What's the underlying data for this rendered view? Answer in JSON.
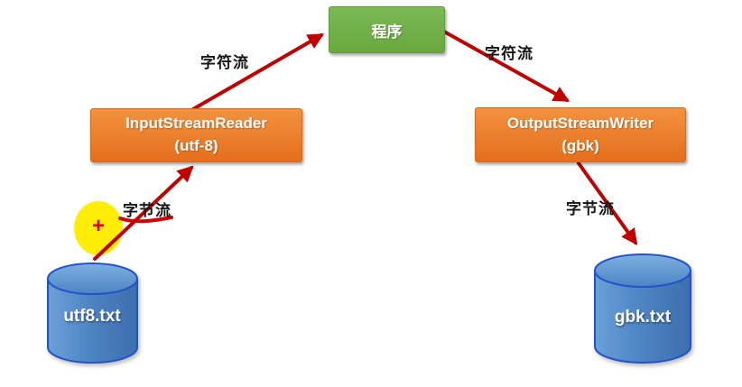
{
  "diagram": {
    "program_box": {
      "label": "程序"
    },
    "reader_box": {
      "line1": "InputStreamReader",
      "line2": "(utf-8)"
    },
    "writer_box": {
      "line1": "OutputStreamWriter",
      "line2": "(gbk)"
    },
    "source_file": {
      "label": "utf8.txt"
    },
    "target_file": {
      "label": "gbk.txt"
    },
    "edges": {
      "source_to_reader": "字节流",
      "reader_to_program": "字符流",
      "program_to_writer": "字符流",
      "writer_to_target": "字节流"
    },
    "annotation": {
      "plus": "+"
    },
    "colors": {
      "arrow_red": "#c00000",
      "box_orange": "#ed7d31",
      "box_green": "#6fad47",
      "cylinder_blue": "#4e86c6",
      "cylinder_stroke": "#2353c9",
      "highlight_yellow": "#ffec00",
      "label_black": "#161616"
    }
  }
}
